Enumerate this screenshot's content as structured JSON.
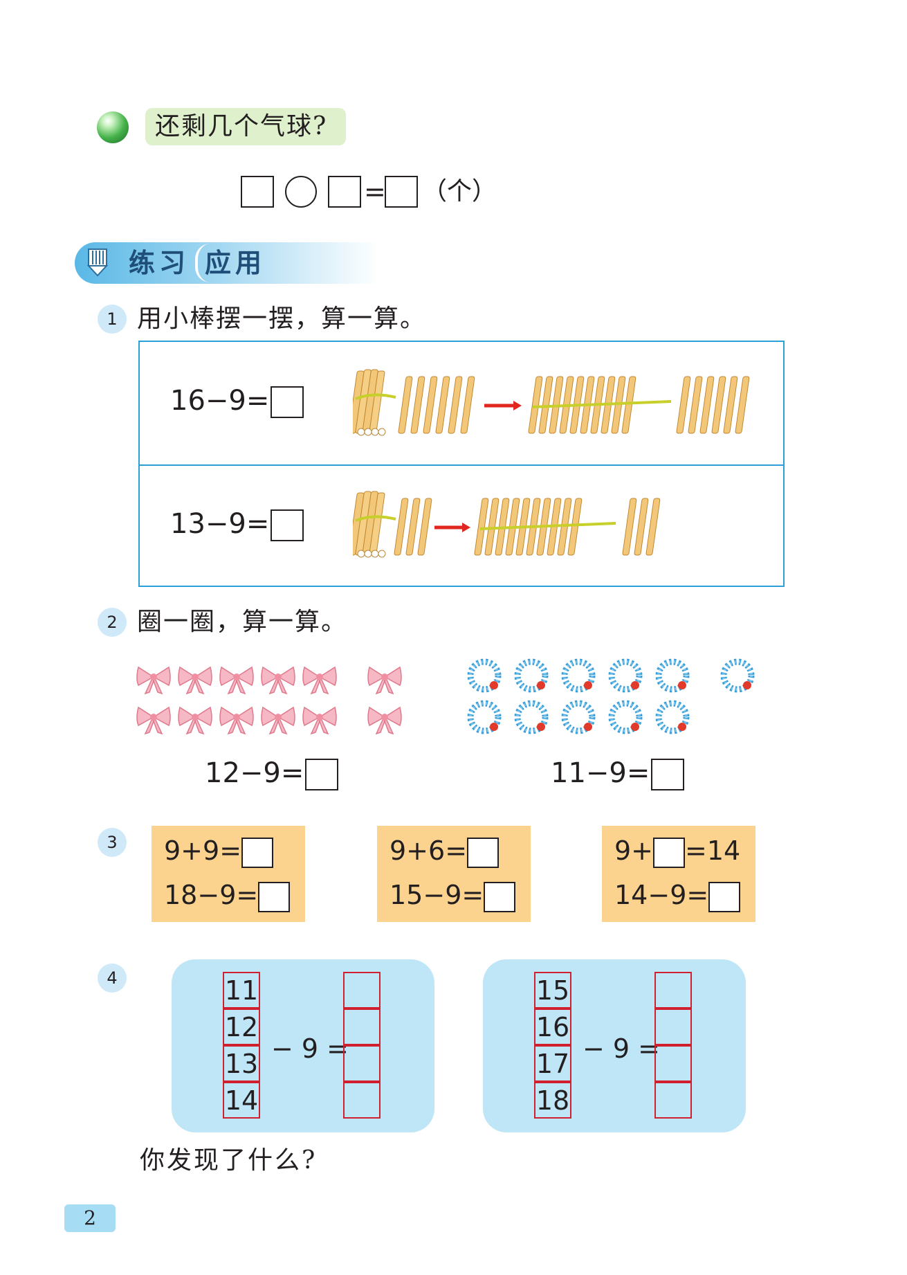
{
  "section1": {
    "question": "还剩几个气球?",
    "equation": {
      "equals": "=",
      "unit": "（个）"
    }
  },
  "header": {
    "tab1": "练习",
    "tab2": "应用"
  },
  "ex1": {
    "number": "1",
    "instruction": "用小棒摆一摆，算一算。",
    "rows": [
      {
        "expr": "16−9="
      },
      {
        "expr": "13−9="
      }
    ]
  },
  "ex2": {
    "number": "2",
    "instruction": "圈一圈，算一算。",
    "left_expr": "12−9=",
    "right_expr": "11−9="
  },
  "ex3": {
    "number": "3",
    "groups": [
      {
        "line1": "9+9=",
        "line2": "18−9="
      },
      {
        "line1": "9+6=",
        "line2": "15−9="
      },
      {
        "line1_a": "9+",
        "line1_b": "=14",
        "line2": "14−9="
      }
    ]
  },
  "ex4": {
    "number": "4",
    "left_nums": [
      "11",
      "12",
      "13",
      "14"
    ],
    "right_nums": [
      "15",
      "16",
      "17",
      "18"
    ],
    "op": "− 9 =",
    "question": "你发现了什么?"
  },
  "page_number": "2",
  "colors": {
    "accent_blue": "#2d9fd8",
    "red": "#d02030",
    "yellow": "#fbd38f",
    "panel_blue": "#bfe6f7"
  }
}
